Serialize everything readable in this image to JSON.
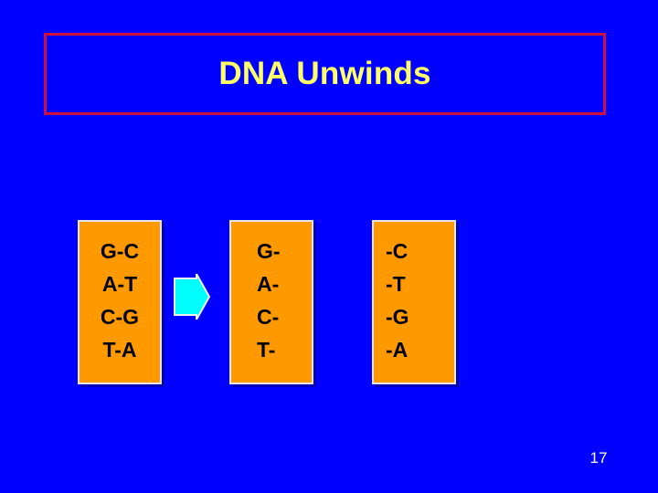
{
  "slide": {
    "background_color": "#0000FF",
    "title": {
      "text": "DNA Unwinds",
      "text_color": "#FFFF66",
      "border_color": "#CC1140"
    },
    "diagram": {
      "box_fill_color": "#FF9900",
      "box_text_color": "#000000",
      "arrow": {
        "icon": "right-arrow-icon",
        "color": "#00FFFF"
      },
      "columns": [
        {
          "name": "double-stranded-dna",
          "lines": [
            "G-C",
            "A-T",
            "C-G",
            "T-A"
          ]
        },
        {
          "name": "left-separated-strand",
          "lines": [
            "G-",
            "A-",
            "C-",
            "T-"
          ]
        },
        {
          "name": "right-separated-strand",
          "lines": [
            "-C",
            "-T",
            "-G",
            "-A"
          ]
        }
      ]
    },
    "page_number": "17"
  }
}
